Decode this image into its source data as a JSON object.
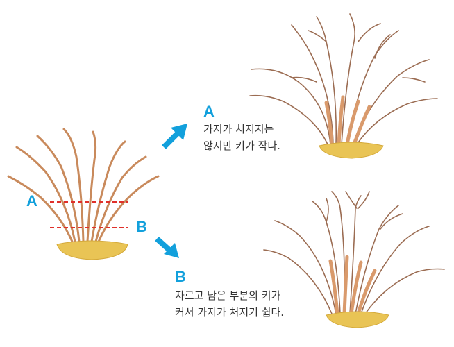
{
  "labels": {
    "cut_high": "A",
    "cut_low": "B"
  },
  "result_a": {
    "letter": "A",
    "line1": "가지가 처지지는",
    "line2": "않지만 키가 작다."
  },
  "result_b": {
    "letter": "B",
    "line1": "자르고 남은 부분의 키가",
    "line2": "커서 가지가 처지기 쉽다."
  },
  "colors": {
    "stem": "#c98a5c",
    "stem_highlight": "#d99a6c",
    "branch": "#9b6c52",
    "soil": "#e9c455",
    "cut_line": "#e0302a",
    "accent": "#12a0dc",
    "text": "#333333"
  }
}
